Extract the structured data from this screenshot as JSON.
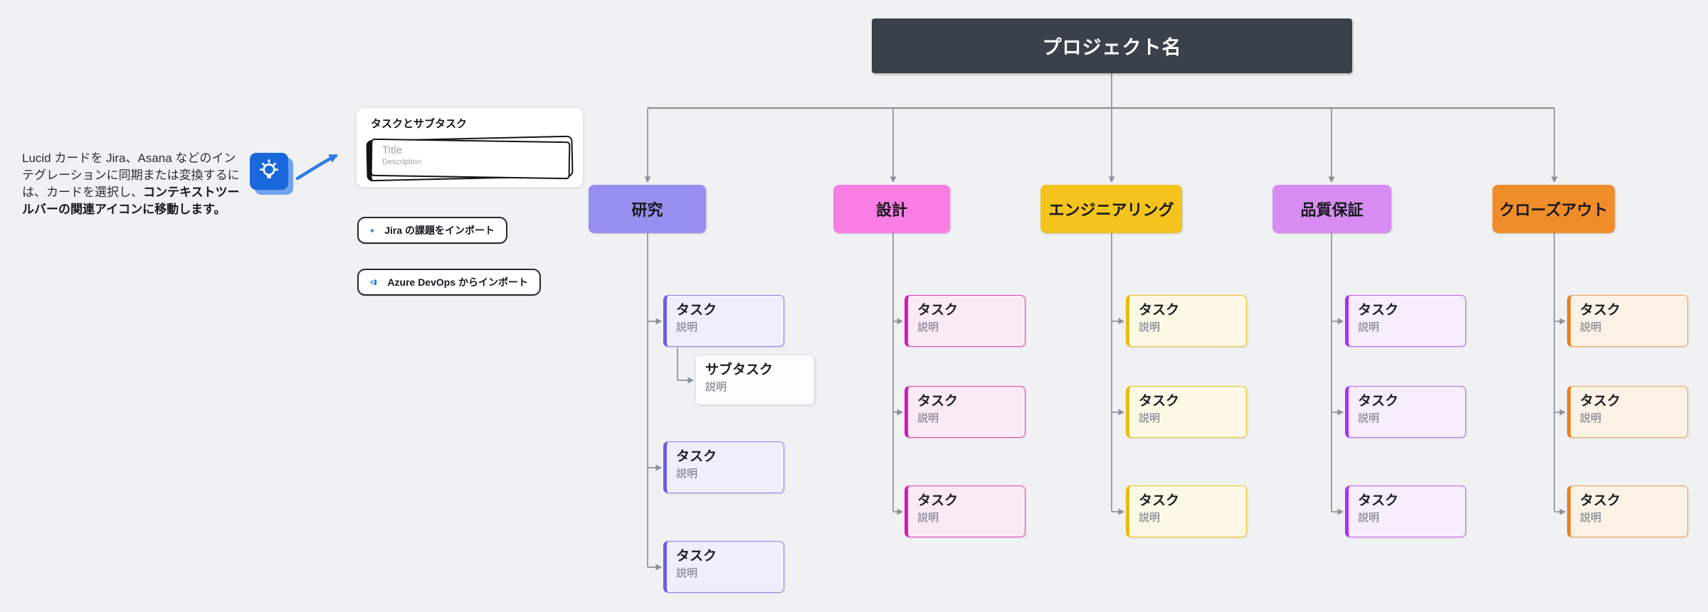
{
  "note": {
    "text": "Lucid カードを Jira、Asana などのインテグレーションに同期または変換するには、カードを選択し、",
    "bold_text": "コンテキストツールバーの関連アイコンに移動します。"
  },
  "legend_panel": {
    "title": "タスクとサブタスク",
    "card_title_placeholder": "Title",
    "card_description_placeholder": "Description"
  },
  "import_buttons": [
    {
      "icon": "jira-icon",
      "label": "Jira の課題をインポート"
    },
    {
      "icon": "azure-devops-icon",
      "label": "Azure DevOps からインポート"
    }
  ],
  "diagram": {
    "root_label": "プロジェクト名",
    "columns": [
      {
        "label": "研究",
        "colors": {
          "header": "#968FF0",
          "card_fill": "#EFEEFD",
          "card_border": "#8A82EF",
          "card_edge": "#685DE8"
        },
        "tasks": [
          {
            "title": "タスク",
            "description": "説明",
            "subtasks": [
              {
                "title": "サブタスク",
                "description": "説明"
              }
            ]
          },
          {
            "title": "タスク",
            "description": "説明"
          },
          {
            "title": "タスク",
            "description": "説明"
          }
        ]
      },
      {
        "label": "設計",
        "colors": {
          "header": "#FA7DE4",
          "card_fill": "#FBE9F6",
          "card_border": "#E240C3",
          "card_edge": "#D818B6"
        },
        "tasks": [
          {
            "title": "タスク",
            "description": "説明"
          },
          {
            "title": "タスク",
            "description": "説明"
          },
          {
            "title": "タスク",
            "description": "説明"
          }
        ]
      },
      {
        "label": "エンジニアリング",
        "colors": {
          "header": "#F4C31C",
          "card_fill": "#FDF8E5",
          "card_border": "#F2C21A",
          "card_edge": "#EDBB02"
        },
        "tasks": [
          {
            "title": "タスク",
            "description": "説明"
          },
          {
            "title": "タスク",
            "description": "説明"
          },
          {
            "title": "タスク",
            "description": "説明"
          }
        ]
      },
      {
        "label": "品質保証",
        "colors": {
          "header": "#D78CF2",
          "card_fill": "#F8EDFC",
          "card_border": "#C35FF0",
          "card_edge": "#AE2EF0"
        },
        "tasks": [
          {
            "title": "タスク",
            "description": "説明"
          },
          {
            "title": "タスク",
            "description": "説明"
          },
          {
            "title": "タスク",
            "description": "説明"
          }
        ]
      },
      {
        "label": "クローズアウト",
        "colors": {
          "header": "#F08D2B",
          "card_fill": "#FCF1E5",
          "card_border": "#F0A152",
          "card_edge": "#E8821D"
        },
        "tasks": [
          {
            "title": "タスク",
            "description": "説明"
          },
          {
            "title": "タスク",
            "description": "説明"
          },
          {
            "title": "タスク",
            "description": "説明"
          }
        ]
      }
    ]
  },
  "colors": {
    "background": "#F0F1F3",
    "root_bg": "#3A414B",
    "root_text": "#FFFFFF",
    "connector": "#8B919C",
    "subtask_fill": "#FDFDFF",
    "subtask_border": "#D9D9EE",
    "tip_blue": "#1868DB",
    "arrow_blue": "#2D7CE5"
  }
}
